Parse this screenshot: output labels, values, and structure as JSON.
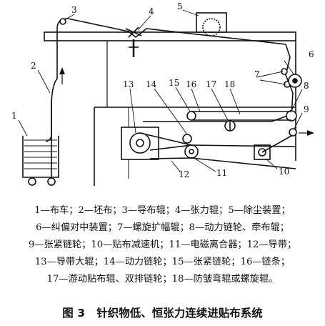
{
  "diagram": {
    "labels": {
      "n1": "1",
      "n2": "2",
      "n3": "3",
      "n4": "4",
      "n5": "5",
      "n6": "6",
      "n7": "7",
      "n8": "8",
      "n9": "9",
      "n10": "10",
      "n11": "11",
      "n12": "12",
      "n13": "13",
      "n14": "14",
      "n15": "15",
      "n16": "16",
      "n17": "17",
      "n18": "18"
    }
  },
  "legend": {
    "lines": [
      "1—布车；2—坯布；3—导布辊；4—张力辊；5—除尘装置；",
      "6—纠偏对中装置；7—螺旋扩幅辊；8—动力链轮、牵布辊；",
      "9—张紧链轮；10—贴布减速机；11—电磁离合器；12—导带；",
      "13—导带大辊；14—动力链轮；15—张紧链轮；16—链条；",
      "17—游动贴布辊、双排链轮；18—防皱弯辊或螺旋辊。"
    ]
  },
  "caption": {
    "figure_no": "图 3",
    "title": "针织物低、恒张力连续进贴布系统"
  }
}
